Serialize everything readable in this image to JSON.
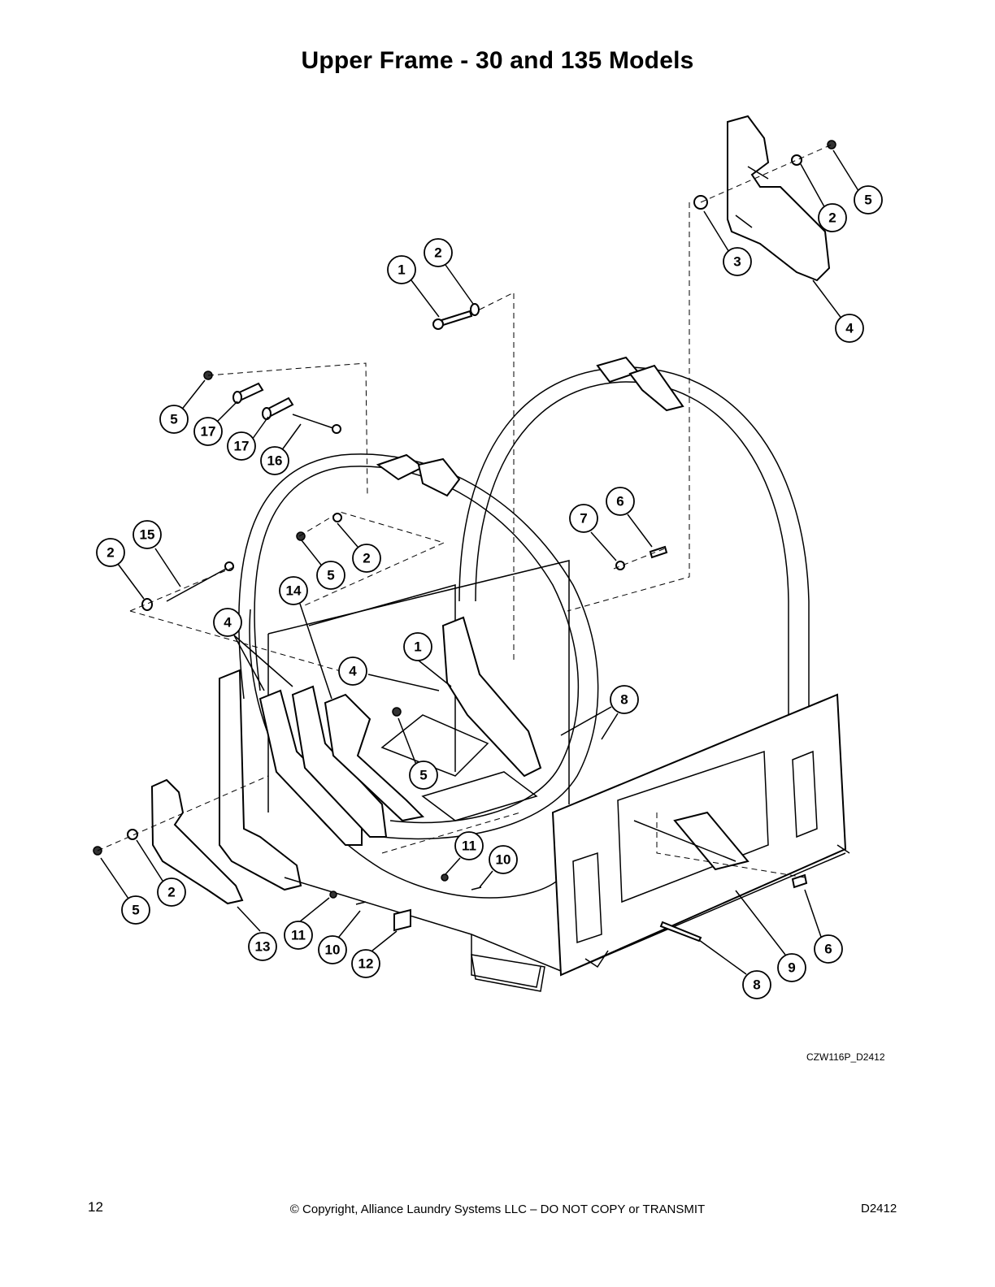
{
  "title": "Upper Frame - 30 and 135 Models",
  "figure_id": "CZW116P_D2412",
  "footer": {
    "page_number": "12",
    "copyright": "© Copyright, Alliance Laundry Systems LLC – DO NOT COPY or TRANSMIT",
    "doc_number": "D2412"
  },
  "callouts": [
    {
      "label": "1"
    },
    {
      "label": "2"
    },
    {
      "label": "5"
    },
    {
      "label": "2"
    },
    {
      "label": "3"
    },
    {
      "label": "4"
    },
    {
      "label": "5"
    },
    {
      "label": "17"
    },
    {
      "label": "17"
    },
    {
      "label": "16"
    },
    {
      "label": "2"
    },
    {
      "label": "15"
    },
    {
      "label": "5"
    },
    {
      "label": "2"
    },
    {
      "label": "14"
    },
    {
      "label": "7"
    },
    {
      "label": "6"
    },
    {
      "label": "4"
    },
    {
      "label": "1"
    },
    {
      "label": "4"
    },
    {
      "label": "5"
    },
    {
      "label": "8"
    },
    {
      "label": "11"
    },
    {
      "label": "10"
    },
    {
      "label": "5"
    },
    {
      "label": "2"
    },
    {
      "label": "13"
    },
    {
      "label": "11"
    },
    {
      "label": "10"
    },
    {
      "label": "12"
    },
    {
      "label": "6"
    },
    {
      "label": "9"
    },
    {
      "label": "8"
    }
  ]
}
